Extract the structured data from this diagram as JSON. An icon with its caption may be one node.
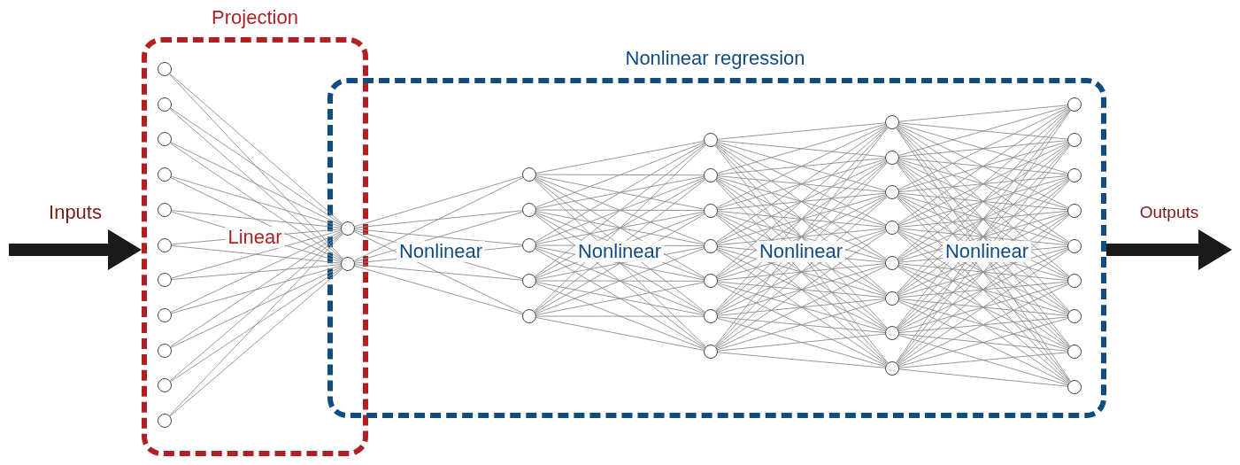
{
  "diagram": {
    "nodes": [
      {
        "text": [
          "Projection",
          "Linear"
        ]
      },
      {
        "text": [
          "Nonlinear regression",
          "Nonlinear",
          "Nonlinear",
          "Nonlinear",
          "Nonlinear"
        ]
      },
      {
        "text": [],
        "shape": "circle",
        "in": 0
      },
      {
        "text": [],
        "shape": "circle",
        "in": 0
      },
      {
        "text": [],
        "shape": "circle",
        "in": 0
      },
      {
        "text": [],
        "shape": "circle",
        "in": 0
      },
      {
        "text": [],
        "shape": "circle",
        "in": 0
      },
      {
        "text": [],
        "shape": "circle",
        "in": 0
      },
      {
        "text": [],
        "shape": "circle",
        "in": 0
      },
      {
        "text": [],
        "shape": "circle",
        "in": 0
      },
      {
        "text": [],
        "shape": "circle",
        "in": 0
      },
      {
        "text": [],
        "shape": "circle",
        "in": 0
      },
      {
        "text": [],
        "shape": "circle",
        "in": 0
      },
      {
        "text": [],
        "shape": "circle"
      },
      {
        "text": [],
        "shape": "circle"
      },
      {
        "text": [],
        "shape": "circle",
        "in": 1
      },
      {
        "text": [],
        "shape": "circle",
        "in": 1
      },
      {
        "text": [],
        "shape": "circle",
        "in": 1
      },
      {
        "text": [],
        "shape": "circle",
        "in": 1
      },
      {
        "text": [],
        "shape": "circle",
        "in": 1
      },
      {
        "text": [],
        "shape": "circle",
        "in": 1
      },
      {
        "text": [],
        "shape": "circle",
        "in": 1
      },
      {
        "text": [],
        "shape": "circle",
        "in": 1
      },
      {
        "text": [],
        "shape": "circle",
        "in": 1
      },
      {
        "text": [],
        "shape": "circle",
        "in": 1
      },
      {
        "text": [],
        "shape": "circle",
        "in": 1
      },
      {
        "text": [],
        "shape": "circle",
        "in": 1
      },
      {
        "text": [],
        "shape": "circle",
        "in": 1
      },
      {
        "text": [],
        "shape": "circle",
        "in": 1
      },
      {
        "text": [],
        "shape": "circle",
        "in": 1
      },
      {
        "text": [],
        "shape": "circle",
        "in": 1
      },
      {
        "text": [],
        "shape": "circle",
        "in": 1
      },
      {
        "text": [],
        "shape": "circle",
        "in": 1
      },
      {
        "text": [],
        "shape": "circle",
        "in": 1
      },
      {
        "text": [],
        "shape": "circle",
        "in": 1
      },
      {
        "text": [],
        "shape": "circle",
        "in": 1
      },
      {
        "text": [],
        "shape": "circle",
        "in": 1
      },
      {
        "text": [],
        "shape": "circle",
        "in": 1
      },
      {
        "text": [],
        "shape": "circle",
        "in": 1
      },
      {
        "text": [],
        "shape": "circle",
        "in": 1
      },
      {
        "text": [],
        "shape": "circle",
        "in": 1
      },
      {
        "text": [],
        "shape": "circle",
        "in": 1
      },
      {
        "text": [],
        "shape": "circle",
        "in": 1
      },
      {
        "text": [],
        "shape": "circle",
        "in": 1
      }
    ],
    "edges": [
      {
        "from": null,
        "to": 0,
        "arrow": "to",
        "label": "Inputs",
        "style": "thick",
        "color": "#1a1a1a"
      },
      {
        "from": 1,
        "to": null,
        "arrow": "to",
        "label": "Outputs",
        "style": "thick",
        "color": "#1a1a1a"
      },
      {
        "from": 2,
        "to": 13,
        "arrow": "none"
      },
      {
        "from": 2,
        "to": 14,
        "arrow": "none"
      },
      {
        "from": 3,
        "to": 13,
        "arrow": "none"
      },
      {
        "from": 3,
        "to": 14,
        "arrow": "none"
      },
      {
        "from": 4,
        "to": 13,
        "arrow": "none"
      },
      {
        "from": 4,
        "to": 14,
        "arrow": "none"
      },
      {
        "from": 5,
        "to": 13,
        "arrow": "none"
      },
      {
        "from": 5,
        "to": 14,
        "arrow": "none"
      },
      {
        "from": 6,
        "to": 13,
        "arrow": "none"
      },
      {
        "from": 6,
        "to": 14,
        "arrow": "none"
      },
      {
        "from": 7,
        "to": 13,
        "arrow": "none"
      },
      {
        "from": 7,
        "to": 14,
        "arrow": "none"
      },
      {
        "from": 8,
        "to": 13,
        "arrow": "none"
      },
      {
        "from": 8,
        "to": 14,
        "arrow": "none"
      },
      {
        "from": 9,
        "to": 13,
        "arrow": "none"
      },
      {
        "from": 9,
        "to": 14,
        "arrow": "none"
      },
      {
        "from": 10,
        "to": 13,
        "arrow": "none"
      },
      {
        "from": 10,
        "to": 14,
        "arrow": "none"
      },
      {
        "from": 11,
        "to": 13,
        "arrow": "none"
      },
      {
        "from": 11,
        "to": 14,
        "arrow": "none"
      },
      {
        "from": 12,
        "to": 13,
        "arrow": "none"
      },
      {
        "from": 12,
        "to": 14,
        "arrow": "none"
      },
      {
        "from": 13,
        "to": 15,
        "arrow": "none"
      },
      {
        "from": 13,
        "to": 16,
        "arrow": "none"
      },
      {
        "from": 13,
        "to": 17,
        "arrow": "none"
      },
      {
        "from": 13,
        "to": 18,
        "arrow": "none"
      },
      {
        "from": 13,
        "to": 19,
        "arrow": "none"
      },
      {
        "from": 14,
        "to": 15,
        "arrow": "none"
      },
      {
        "from": 14,
        "to": 16,
        "arrow": "none"
      },
      {
        "from": 14,
        "to": 17,
        "arrow": "none"
      },
      {
        "from": 14,
        "to": 18,
        "arrow": "none"
      },
      {
        "from": 14,
        "to": 19,
        "arrow": "none"
      },
      {
        "from": 15,
        "to": 20,
        "arrow": "none"
      },
      {
        "from": 15,
        "to": 21,
        "arrow": "none"
      },
      {
        "from": 15,
        "to": 22,
        "arrow": "none"
      },
      {
        "from": 15,
        "to": 23,
        "arrow": "none"
      },
      {
        "from": 15,
        "to": 24,
        "arrow": "none"
      },
      {
        "from": 15,
        "to": 25,
        "arrow": "none"
      },
      {
        "from": 15,
        "to": 26,
        "arrow": "none"
      },
      {
        "from": 16,
        "to": 20,
        "arrow": "none"
      },
      {
        "from": 16,
        "to": 21,
        "arrow": "none"
      },
      {
        "from": 16,
        "to": 22,
        "arrow": "none"
      },
      {
        "from": 16,
        "to": 23,
        "arrow": "none"
      },
      {
        "from": 16,
        "to": 24,
        "arrow": "none"
      },
      {
        "from": 16,
        "to": 25,
        "arrow": "none"
      },
      {
        "from": 16,
        "to": 26,
        "arrow": "none"
      },
      {
        "from": 17,
        "to": 20,
        "arrow": "none"
      },
      {
        "from": 17,
        "to": 21,
        "arrow": "none"
      },
      {
        "from": 17,
        "to": 22,
        "arrow": "none"
      },
      {
        "from": 17,
        "to": 23,
        "arrow": "none"
      },
      {
        "from": 17,
        "to": 24,
        "arrow": "none"
      },
      {
        "from": 17,
        "to": 25,
        "arrow": "none"
      },
      {
        "from": 17,
        "to": 26,
        "arrow": "none"
      },
      {
        "from": 18,
        "to": 20,
        "arrow": "none"
      },
      {
        "from": 18,
        "to": 21,
        "arrow": "none"
      },
      {
        "from": 18,
        "to": 22,
        "arrow": "none"
      },
      {
        "from": 18,
        "to": 23,
        "arrow": "none"
      },
      {
        "from": 18,
        "to": 24,
        "arrow": "none"
      },
      {
        "from": 18,
        "to": 25,
        "arrow": "none"
      },
      {
        "from": 18,
        "to": 26,
        "arrow": "none"
      },
      {
        "from": 19,
        "to": 20,
        "arrow": "none"
      },
      {
        "from": 19,
        "to": 21,
        "arrow": "none"
      },
      {
        "from": 19,
        "to": 22,
        "arrow": "none"
      },
      {
        "from": 19,
        "to": 23,
        "arrow": "none"
      },
      {
        "from": 19,
        "to": 24,
        "arrow": "none"
      },
      {
        "from": 19,
        "to": 25,
        "arrow": "none"
      },
      {
        "from": 19,
        "to": 26,
        "arrow": "none"
      },
      {
        "from": 20,
        "to": 27,
        "arrow": "none"
      },
      {
        "from": 20,
        "to": 28,
        "arrow": "none"
      },
      {
        "from": 20,
        "to": 29,
        "arrow": "none"
      },
      {
        "from": 20,
        "to": 30,
        "arrow": "none"
      },
      {
        "from": 20,
        "to": 31,
        "arrow": "none"
      },
      {
        "from": 20,
        "to": 32,
        "arrow": "none"
      },
      {
        "from": 20,
        "to": 33,
        "arrow": "none"
      },
      {
        "from": 20,
        "to": 34,
        "arrow": "none"
      },
      {
        "from": 21,
        "to": 27,
        "arrow": "none"
      },
      {
        "from": 21,
        "to": 28,
        "arrow": "none"
      },
      {
        "from": 21,
        "to": 29,
        "arrow": "none"
      },
      {
        "from": 21,
        "to": 30,
        "arrow": "none"
      },
      {
        "from": 21,
        "to": 31,
        "arrow": "none"
      },
      {
        "from": 21,
        "to": 32,
        "arrow": "none"
      },
      {
        "from": 21,
        "to": 33,
        "arrow": "none"
      },
      {
        "from": 21,
        "to": 34,
        "arrow": "none"
      },
      {
        "from": 22,
        "to": 27,
        "arrow": "none"
      },
      {
        "from": 22,
        "to": 28,
        "arrow": "none"
      },
      {
        "from": 22,
        "to": 29,
        "arrow": "none"
      },
      {
        "from": 22,
        "to": 30,
        "arrow": "none"
      },
      {
        "from": 22,
        "to": 31,
        "arrow": "none"
      },
      {
        "from": 22,
        "to": 32,
        "arrow": "none"
      },
      {
        "from": 22,
        "to": 33,
        "arrow": "none"
      },
      {
        "from": 22,
        "to": 34,
        "arrow": "none"
      },
      {
        "from": 23,
        "to": 27,
        "arrow": "none"
      },
      {
        "from": 23,
        "to": 28,
        "arrow": "none"
      },
      {
        "from": 23,
        "to": 29,
        "arrow": "none"
      },
      {
        "from": 23,
        "to": 30,
        "arrow": "none"
      },
      {
        "from": 23,
        "to": 31,
        "arrow": "none"
      },
      {
        "from": 23,
        "to": 32,
        "arrow": "none"
      },
      {
        "from": 23,
        "to": 33,
        "arrow": "none"
      },
      {
        "from": 23,
        "to": 34,
        "arrow": "none"
      },
      {
        "from": 24,
        "to": 27,
        "arrow": "none"
      },
      {
        "from": 24,
        "to": 28,
        "arrow": "none"
      },
      {
        "from": 24,
        "to": 29,
        "arrow": "none"
      },
      {
        "from": 24,
        "to": 30,
        "arrow": "none"
      },
      {
        "from": 24,
        "to": 31,
        "arrow": "none"
      },
      {
        "from": 24,
        "to": 32,
        "arrow": "none"
      },
      {
        "from": 24,
        "to": 33,
        "arrow": "none"
      },
      {
        "from": 24,
        "to": 34,
        "arrow": "none"
      },
      {
        "from": 25,
        "to": 27,
        "arrow": "none"
      },
      {
        "from": 25,
        "to": 28,
        "arrow": "none"
      },
      {
        "from": 25,
        "to": 29,
        "arrow": "none"
      },
      {
        "from": 25,
        "to": 30,
        "arrow": "none"
      },
      {
        "from": 25,
        "to": 31,
        "arrow": "none"
      },
      {
        "from": 25,
        "to": 32,
        "arrow": "none"
      },
      {
        "from": 25,
        "to": 33,
        "arrow": "none"
      },
      {
        "from": 25,
        "to": 34,
        "arrow": "none"
      },
      {
        "from": 26,
        "to": 27,
        "arrow": "none"
      },
      {
        "from": 26,
        "to": 28,
        "arrow": "none"
      },
      {
        "from": 26,
        "to": 29,
        "arrow": "none"
      },
      {
        "from": 26,
        "to": 30,
        "arrow": "none"
      },
      {
        "from": 26,
        "to": 31,
        "arrow": "none"
      },
      {
        "from": 26,
        "to": 32,
        "arrow": "none"
      },
      {
        "from": 26,
        "to": 33,
        "arrow": "none"
      },
      {
        "from": 26,
        "to": 34,
        "arrow": "none"
      },
      {
        "from": 27,
        "to": 35,
        "arrow": "none"
      },
      {
        "from": 27,
        "to": 36,
        "arrow": "none"
      },
      {
        "from": 27,
        "to": 37,
        "arrow": "none"
      },
      {
        "from": 27,
        "to": 38,
        "arrow": "none"
      },
      {
        "from": 27,
        "to": 39,
        "arrow": "none"
      },
      {
        "from": 27,
        "to": 40,
        "arrow": "none"
      },
      {
        "from": 27,
        "to": 41,
        "arrow": "none"
      },
      {
        "from": 27,
        "to": 42,
        "arrow": "none"
      },
      {
        "from": 27,
        "to": 43,
        "arrow": "none"
      },
      {
        "from": 28,
        "to": 35,
        "arrow": "none"
      },
      {
        "from": 28,
        "to": 36,
        "arrow": "none"
      },
      {
        "from": 28,
        "to": 37,
        "arrow": "none"
      },
      {
        "from": 28,
        "to": 38,
        "arrow": "none"
      },
      {
        "from": 28,
        "to": 39,
        "arrow": "none"
      },
      {
        "from": 28,
        "to": 40,
        "arrow": "none"
      },
      {
        "from": 28,
        "to": 41,
        "arrow": "none"
      },
      {
        "from": 28,
        "to": 42,
        "arrow": "none"
      },
      {
        "from": 28,
        "to": 43,
        "arrow": "none"
      },
      {
        "from": 29,
        "to": 35,
        "arrow": "none"
      },
      {
        "from": 29,
        "to": 36,
        "arrow": "none"
      },
      {
        "from": 29,
        "to": 37,
        "arrow": "none"
      },
      {
        "from": 29,
        "to": 38,
        "arrow": "none"
      },
      {
        "from": 29,
        "to": 39,
        "arrow": "none"
      },
      {
        "from": 29,
        "to": 40,
        "arrow": "none"
      },
      {
        "from": 29,
        "to": 41,
        "arrow": "none"
      },
      {
        "from": 29,
        "to": 42,
        "arrow": "none"
      },
      {
        "from": 29,
        "to": 43,
        "arrow": "none"
      },
      {
        "from": 30,
        "to": 35,
        "arrow": "none"
      },
      {
        "from": 30,
        "to": 36,
        "arrow": "none"
      },
      {
        "from": 30,
        "to": 37,
        "arrow": "none"
      },
      {
        "from": 30,
        "to": 38,
        "arrow": "none"
      },
      {
        "from": 30,
        "to": 39,
        "arrow": "none"
      },
      {
        "from": 30,
        "to": 40,
        "arrow": "none"
      },
      {
        "from": 30,
        "to": 41,
        "arrow": "none"
      },
      {
        "from": 30,
        "to": 42,
        "arrow": "none"
      },
      {
        "from": 30,
        "to": 43,
        "arrow": "none"
      },
      {
        "from": 31,
        "to": 35,
        "arrow": "none"
      },
      {
        "from": 31,
        "to": 36,
        "arrow": "none"
      },
      {
        "from": 31,
        "to": 37,
        "arrow": "none"
      },
      {
        "from": 31,
        "to": 38,
        "arrow": "none"
      },
      {
        "from": 31,
        "to": 39,
        "arrow": "none"
      },
      {
        "from": 31,
        "to": 40,
        "arrow": "none"
      },
      {
        "from": 31,
        "to": 41,
        "arrow": "none"
      },
      {
        "from": 31,
        "to": 42,
        "arrow": "none"
      },
      {
        "from": 31,
        "to": 43,
        "arrow": "none"
      },
      {
        "from": 32,
        "to": 35,
        "arrow": "none"
      },
      {
        "from": 32,
        "to": 36,
        "arrow": "none"
      },
      {
        "from": 32,
        "to": 37,
        "arrow": "none"
      },
      {
        "from": 32,
        "to": 38,
        "arrow": "none"
      },
      {
        "from": 32,
        "to": 39,
        "arrow": "none"
      },
      {
        "from": 32,
        "to": 40,
        "arrow": "none"
      },
      {
        "from": 32,
        "to": 41,
        "arrow": "none"
      },
      {
        "from": 32,
        "to": 42,
        "arrow": "none"
      },
      {
        "from": 32,
        "to": 43,
        "arrow": "none"
      },
      {
        "from": 33,
        "to": 35,
        "arrow": "none"
      },
      {
        "from": 33,
        "to": 36,
        "arrow": "none"
      },
      {
        "from": 33,
        "to": 37,
        "arrow": "none"
      },
      {
        "from": 33,
        "to": 38,
        "arrow": "none"
      },
      {
        "from": 33,
        "to": 39,
        "arrow": "none"
      },
      {
        "from": 33,
        "to": 40,
        "arrow": "none"
      },
      {
        "from": 33,
        "to": 41,
        "arrow": "none"
      },
      {
        "from": 33,
        "to": 42,
        "arrow": "none"
      },
      {
        "from": 33,
        "to": 43,
        "arrow": "none"
      },
      {
        "from": 34,
        "to": 35,
        "arrow": "none"
      },
      {
        "from": 34,
        "to": 36,
        "arrow": "none"
      },
      {
        "from": 34,
        "to": 37,
        "arrow": "none"
      },
      {
        "from": 34,
        "to": 38,
        "arrow": "none"
      },
      {
        "from": 34,
        "to": 39,
        "arrow": "none"
      },
      {
        "from": 34,
        "to": 40,
        "arrow": "none"
      },
      {
        "from": 34,
        "to": 41,
        "arrow": "none"
      },
      {
        "from": 34,
        "to": 42,
        "arrow": "none"
      },
      {
        "from": 34,
        "to": 43,
        "arrow": "none"
      }
    ]
  }
}
